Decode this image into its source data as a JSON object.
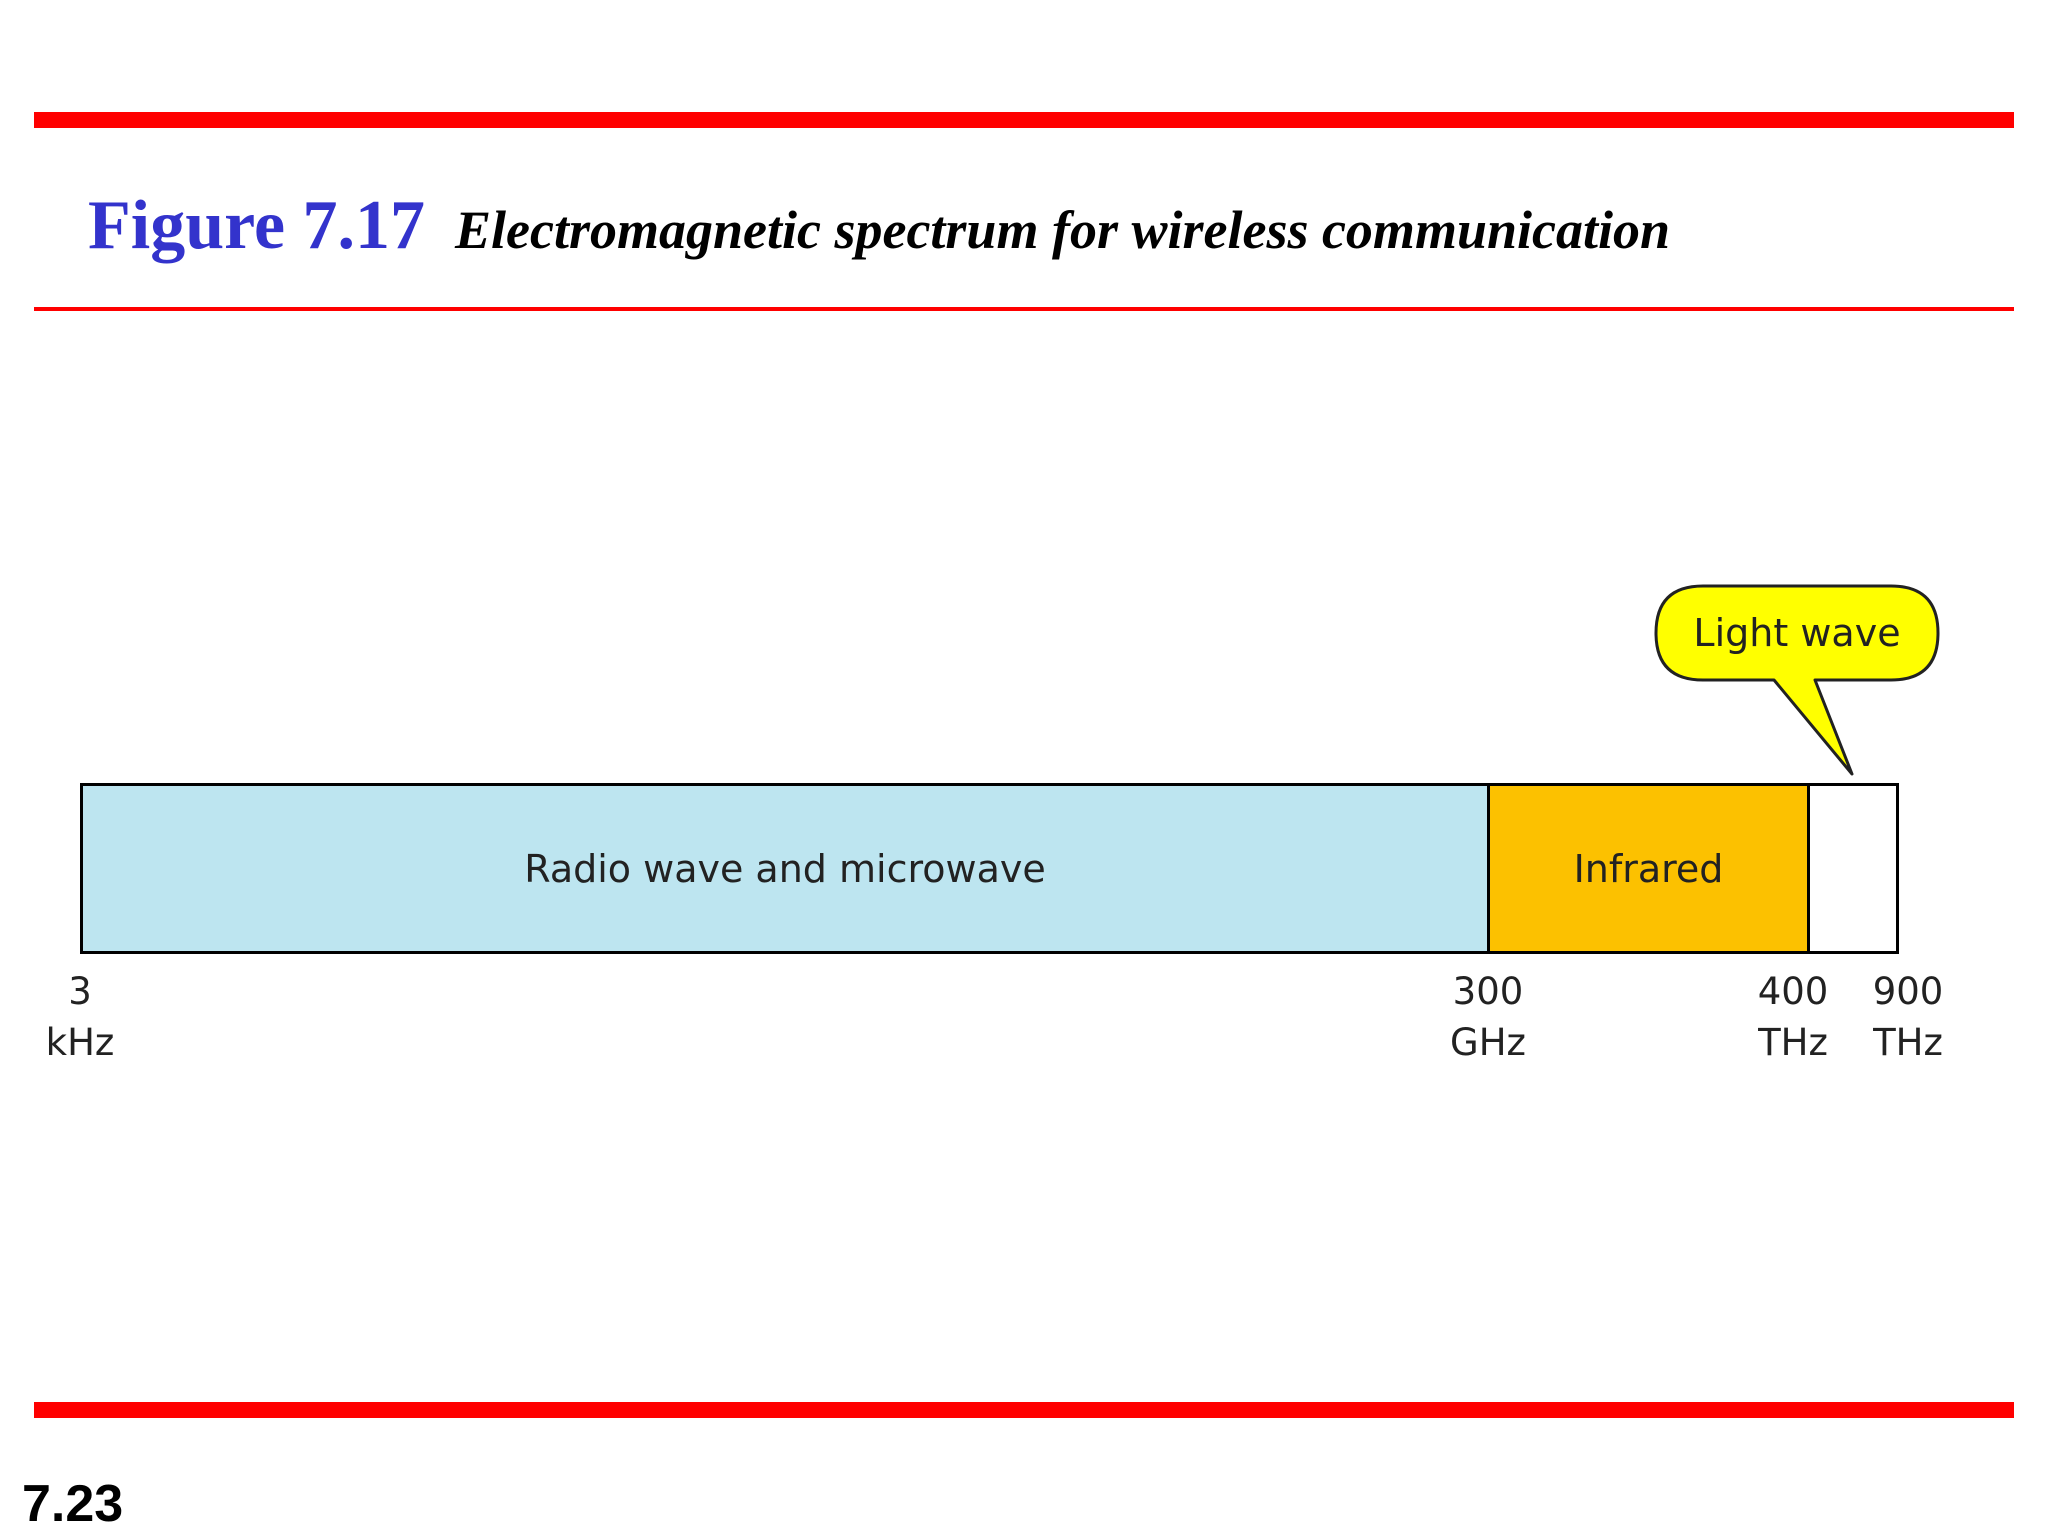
{
  "title": {
    "figure_label": "Figure 7.17",
    "caption": "Electromagnetic spectrum for wireless communication"
  },
  "bands": [
    {
      "label": "Radio wave and microwave",
      "color": "#bde5f0"
    },
    {
      "label": "Infrared",
      "color": "#fcc100"
    },
    {
      "label": "",
      "color": "#ffffff"
    }
  ],
  "ticks": [
    {
      "value": "3",
      "unit": "kHz"
    },
    {
      "value": "300",
      "unit": "GHz"
    },
    {
      "value": "400",
      "unit": "THz"
    },
    {
      "value": "900",
      "unit": "THz"
    }
  ],
  "callout": {
    "label": "Light wave",
    "color": "#ffff00"
  },
  "page_number": "7.23",
  "colors": {
    "rule": "#ff0000",
    "figure_label": "#3333cc"
  }
}
